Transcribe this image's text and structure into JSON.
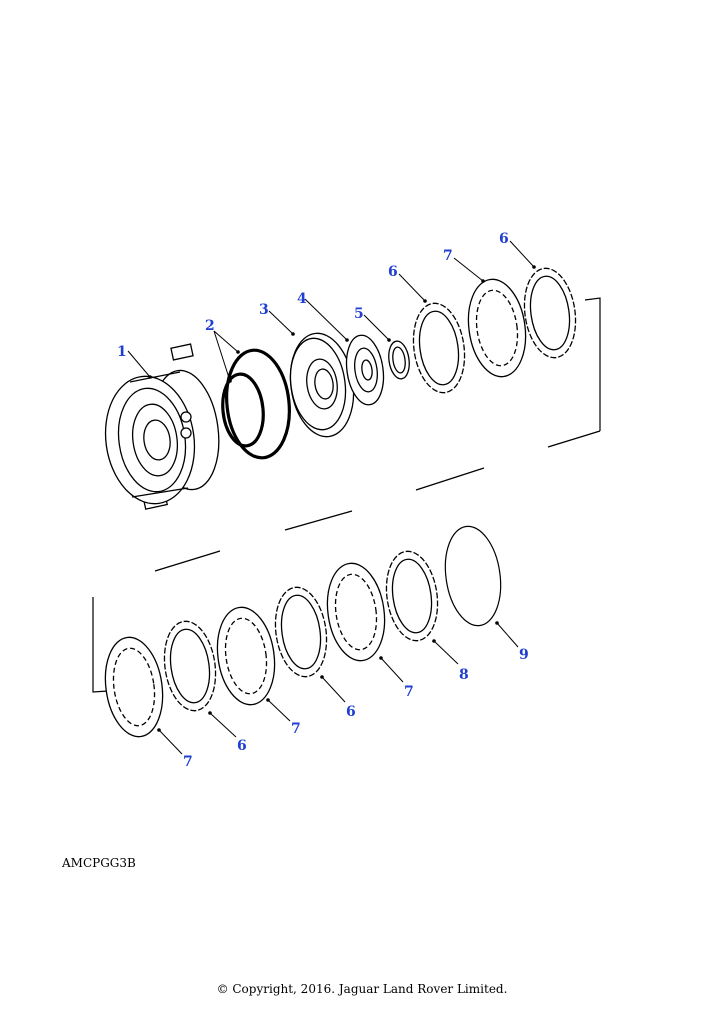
{
  "diagram": {
    "callouts": [
      "1",
      "2",
      "3",
      "4",
      "5",
      "6",
      "7",
      "6",
      "7",
      "8",
      "9",
      "7",
      "6",
      "7",
      "6",
      "7"
    ]
  },
  "reference_code": "AMCPGG3B",
  "copyright": "© Copyright, 2016. Jaguar Land Rover Limited."
}
